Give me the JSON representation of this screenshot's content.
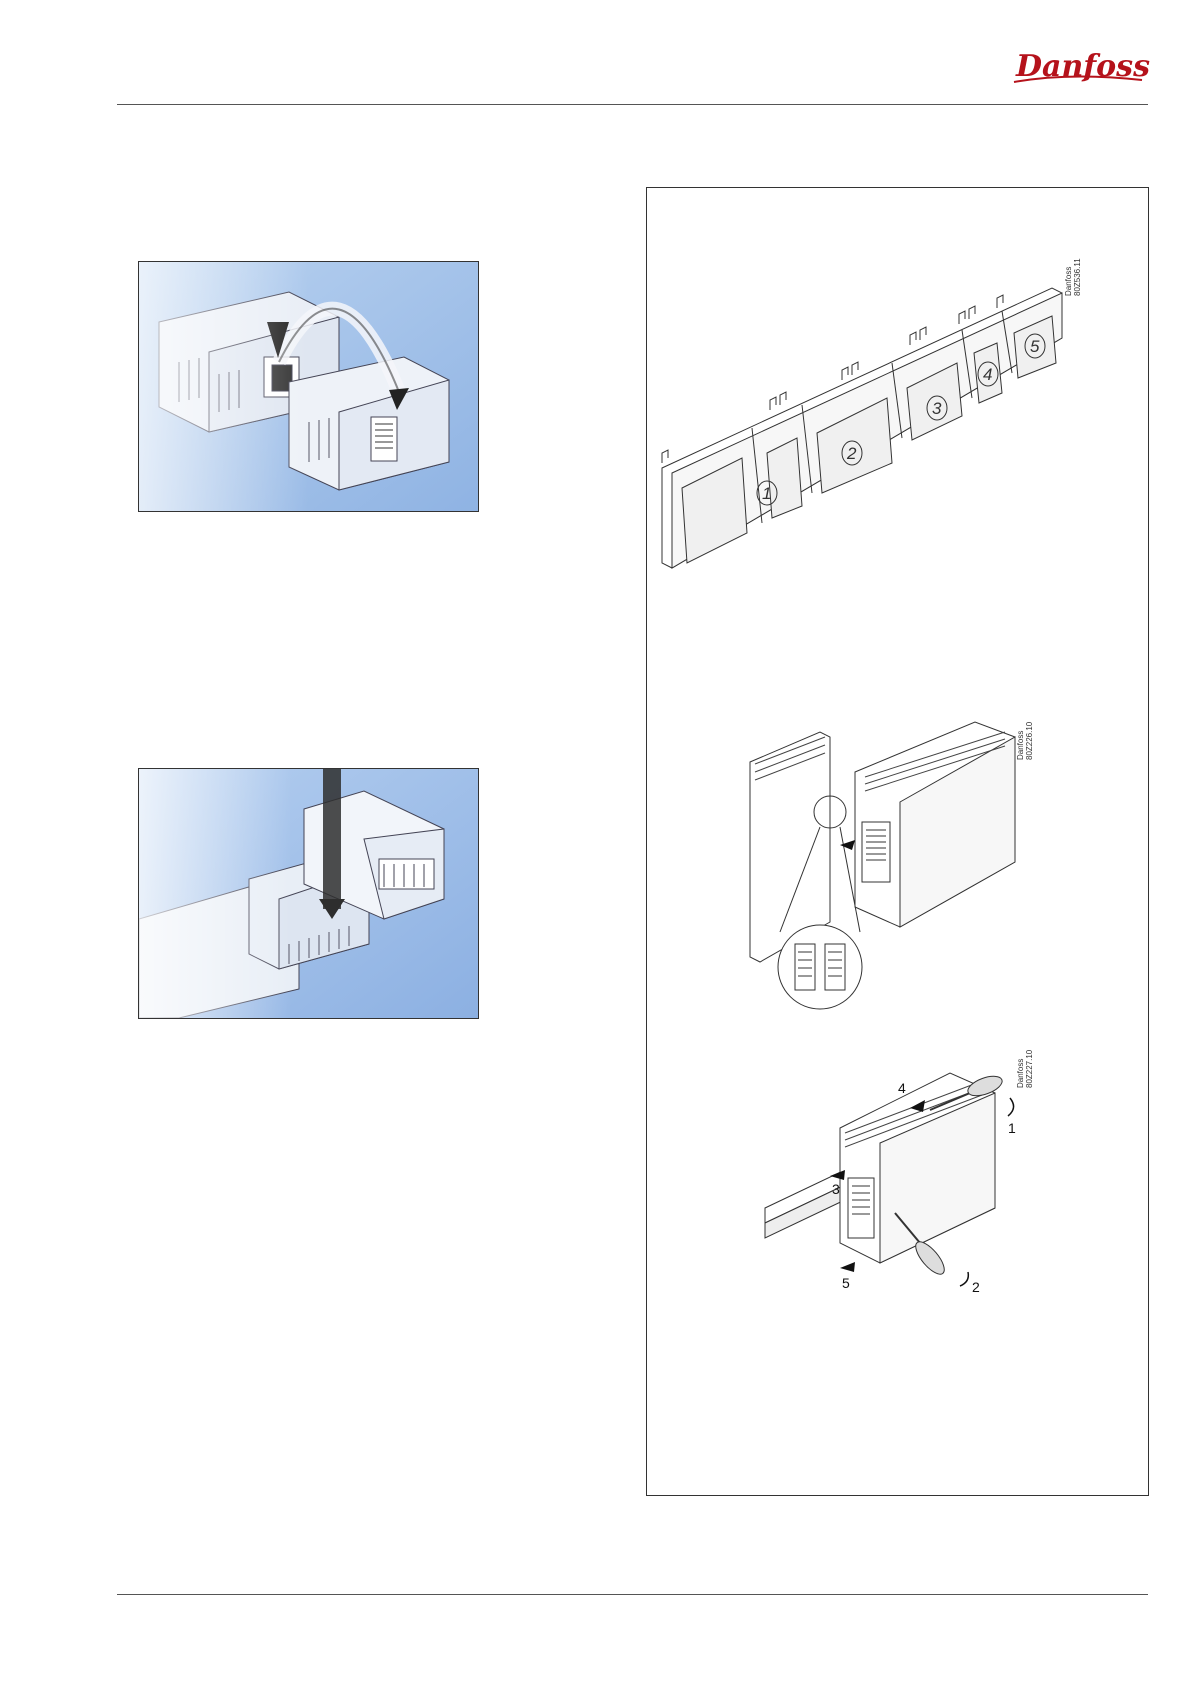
{
  "header": {
    "brand": "Danfoss",
    "logo_color": "#b5121b"
  },
  "right_panel": {
    "figure1": {
      "code": "Danfoss\n80Z536.11",
      "modules": [
        "1",
        "2",
        "3",
        "4",
        "5"
      ]
    },
    "figure2": {
      "code": "Danfoss\n80Z226.10"
    },
    "figure3": {
      "code": "Danfoss\n80Z227.10",
      "steps": [
        "1",
        "2",
        "3",
        "4",
        "5"
      ]
    }
  },
  "colors": {
    "photo_background": "#9bbde6",
    "rule": "#555555"
  }
}
